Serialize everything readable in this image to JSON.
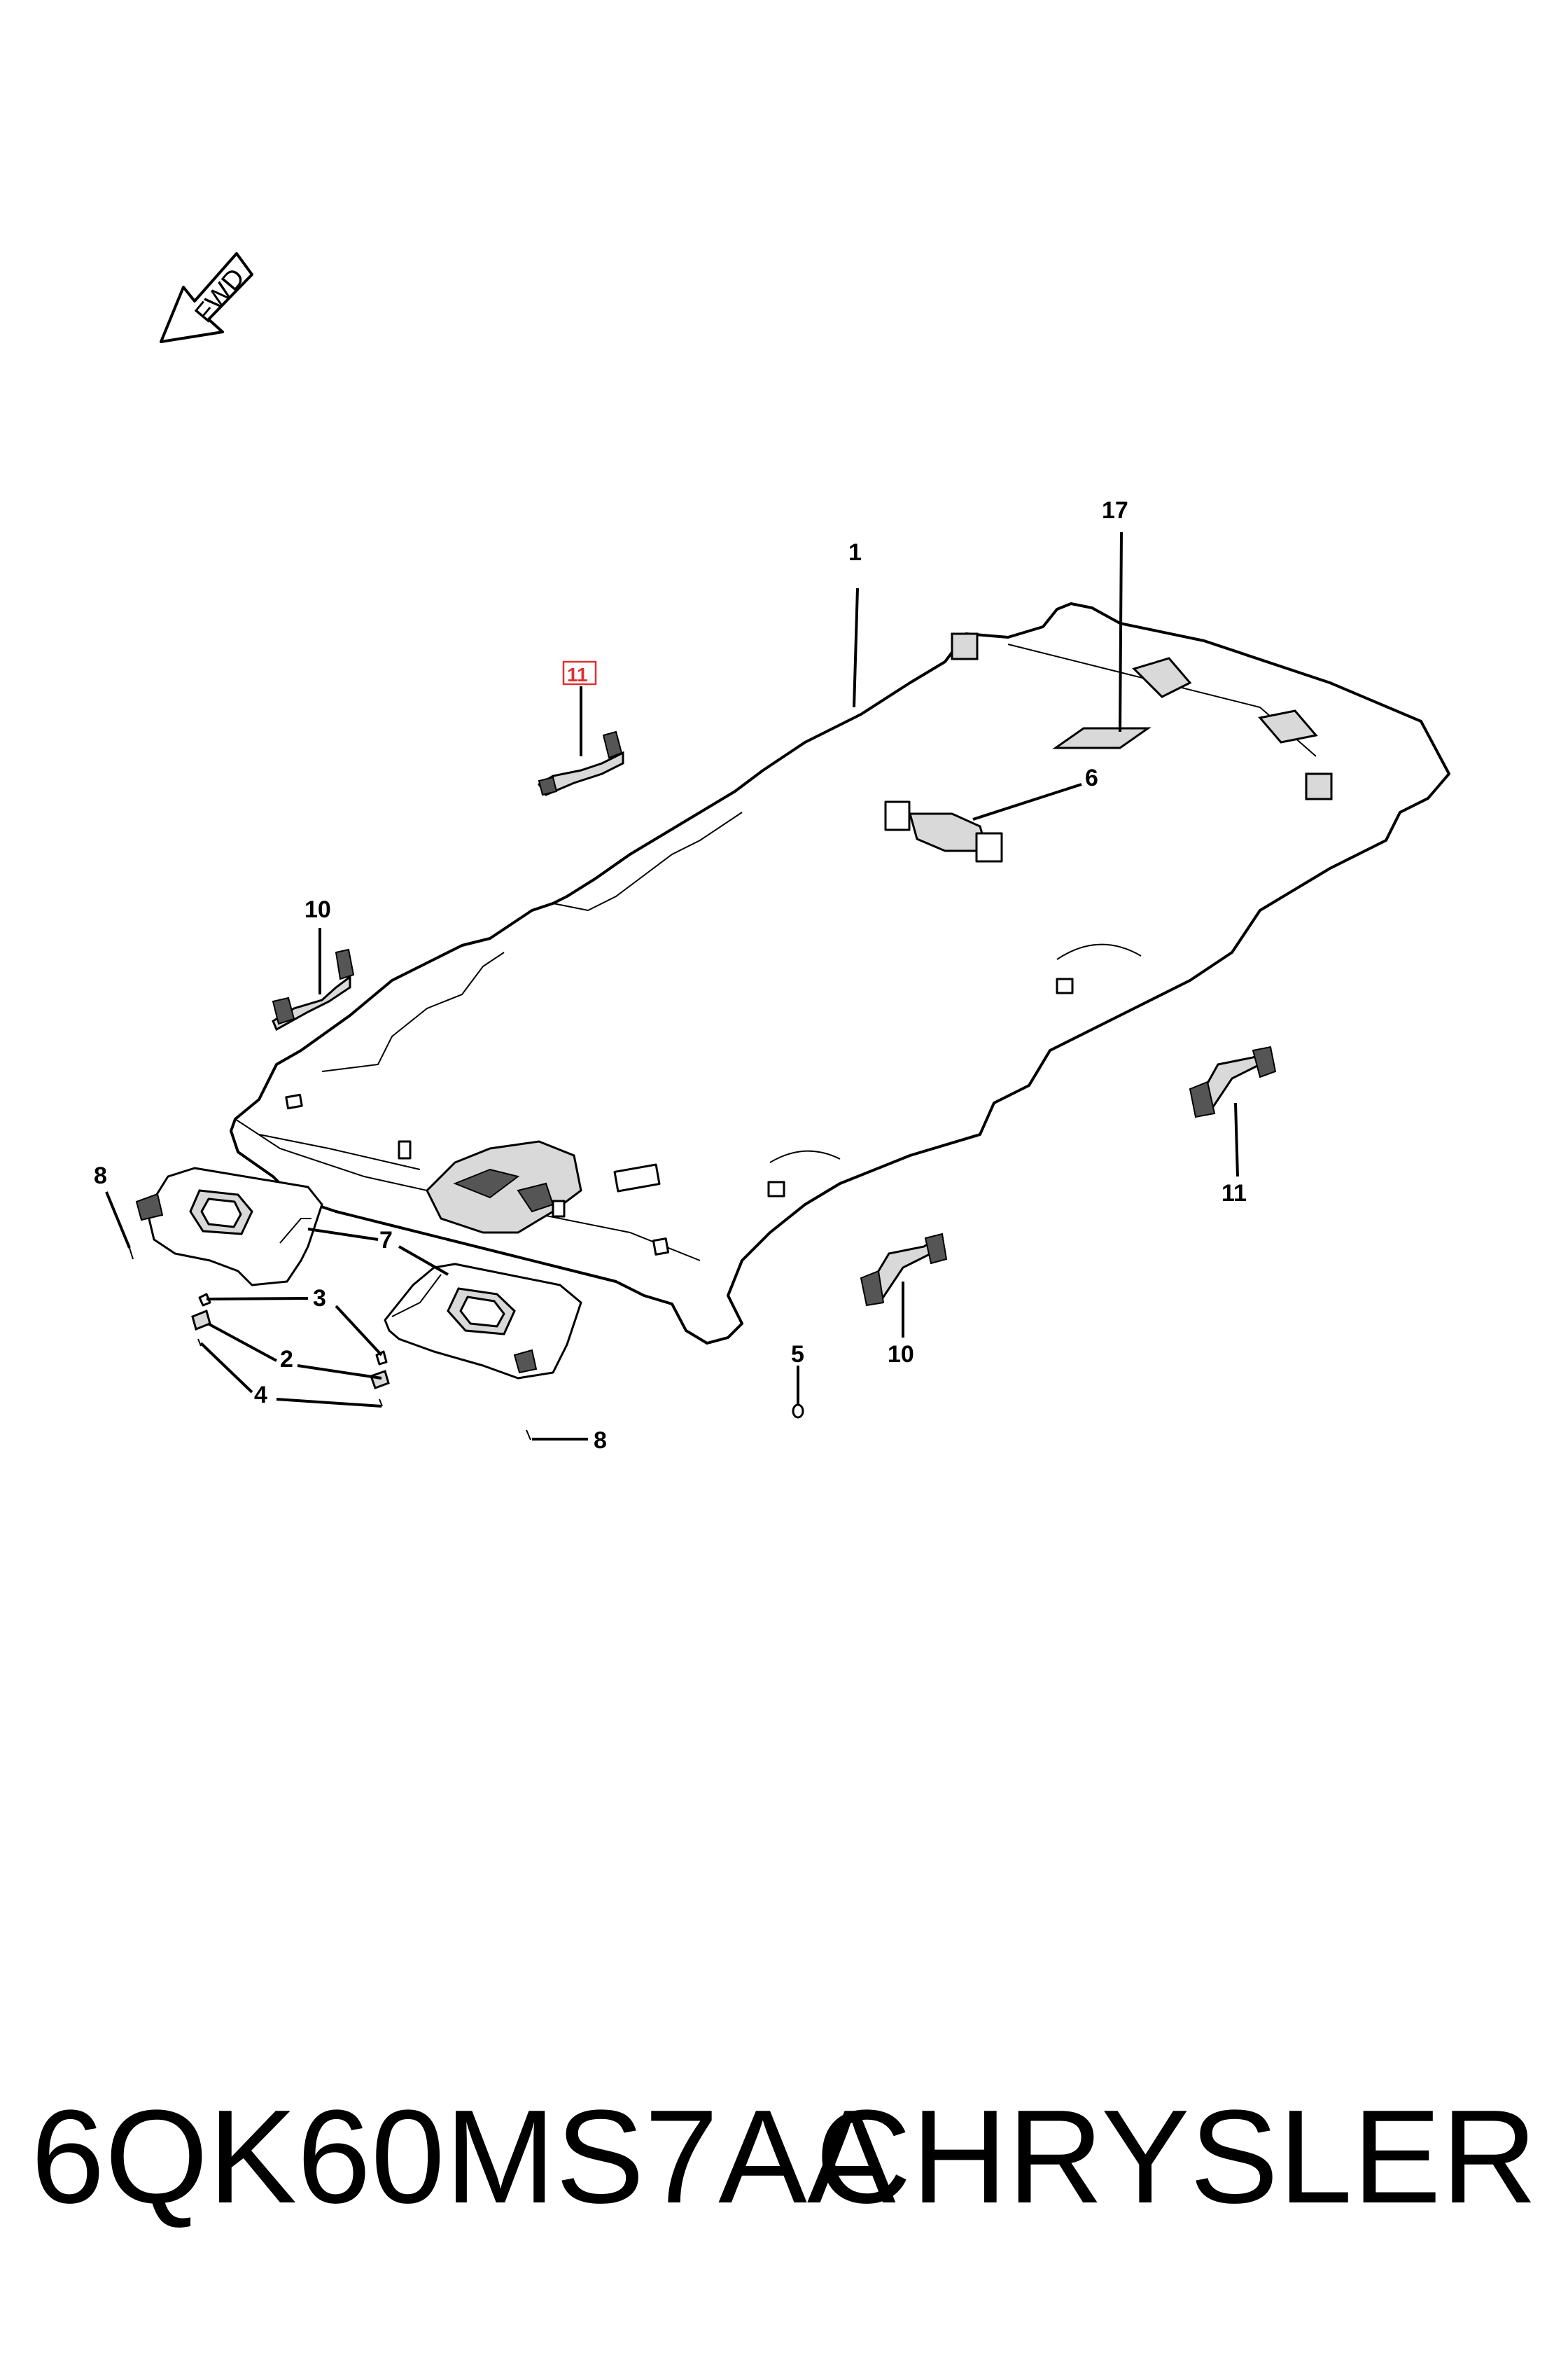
{
  "direction_label": "FWD",
  "callouts": {
    "c1": "1",
    "c17": "17",
    "c11_highlight": "11",
    "c6": "6",
    "c10_left": "10",
    "c8_left": "8",
    "c7": "7",
    "c3": "3",
    "c2": "2",
    "c4": "4",
    "c5": "5",
    "c10_right": "10",
    "c11_right": "11",
    "c8_bottom": "8"
  },
  "footer": {
    "part_number": "6QK60MS7AA",
    "brand": "CHRYSLER"
  }
}
